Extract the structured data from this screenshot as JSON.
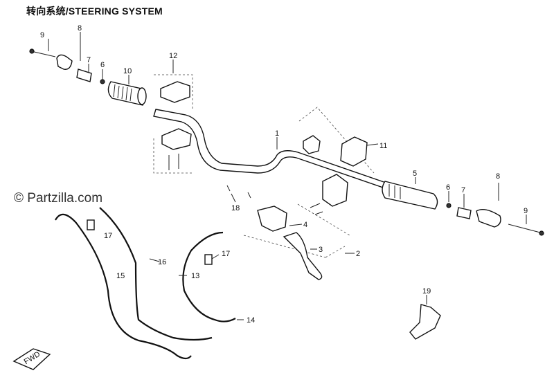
{
  "title": "转向系统/STEERING SYSTEM",
  "watermark": "© Partzilla.com",
  "fwd_label": "FWD",
  "callouts": {
    "c1": "1",
    "c2": "2",
    "c3": "3",
    "c4": "4",
    "c5": "5",
    "c6a": "6",
    "c6b": "6",
    "c7a": "7",
    "c7b": "7",
    "c8a": "8",
    "c8b": "8",
    "c9a": "9",
    "c9b": "9",
    "c10": "10",
    "c11": "11",
    "c12": "12",
    "c13": "13",
    "c14": "14",
    "c15": "15",
    "c16": "16",
    "c17a": "17",
    "c17b": "17",
    "c18": "18",
    "c19": "19"
  }
}
